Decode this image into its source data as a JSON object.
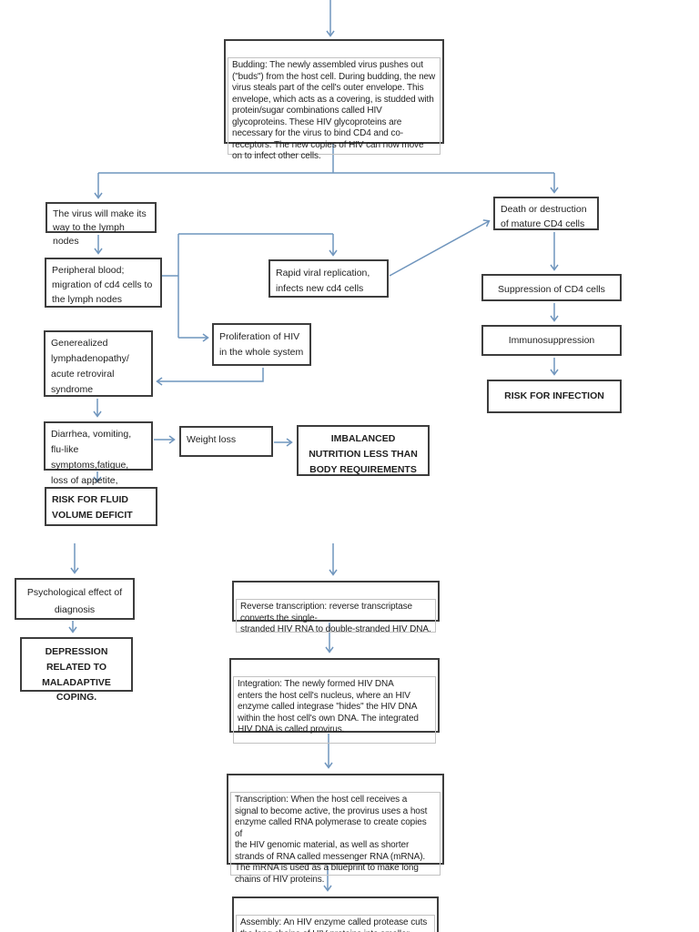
{
  "diagram": {
    "subject": "HIV replication and pathophysiology flowchart",
    "colors": {
      "arrow": "#6f95bd",
      "border": "#3d3d3d",
      "text": "#1f1f1f",
      "background": "#ffffff"
    }
  },
  "nodes": {
    "budding": {
      "text": "Budding: The newly assembled virus pushes out\n(\"buds\") from the host cell. During budding, the new\nvirus steals part of the cell's outer envelope. This\nenvelope, which acts as a covering, is studded with\nprotein/sugar combinations called HIV\nglycoproteins. These HIV glycoproteins are\nnecessary for the virus to bind CD4 and co-\nreceptors. The new copies of HIV can now move\non to infect other cells."
    },
    "virus_lymph": {
      "text": "The virus will make its way to the lymph nodes"
    },
    "death_cd4": {
      "text": "Death or destruction of mature CD4 cells"
    },
    "peripheral_blood": {
      "text": "Peripheral blood; migration of cd4 cells to the lymph nodes"
    },
    "rapid_replication": {
      "text": "Rapid viral replication, infects new cd4 cells"
    },
    "suppression": {
      "text": "Suppression of CD4 cells"
    },
    "proliferation": {
      "text": "Proliferation of HIV in the whole system"
    },
    "immunosuppression": {
      "text": "Immunosuppression"
    },
    "lymphadenopathy": {
      "text": "Generealized lymphadenopathy/ acute retroviral syndrome"
    },
    "risk_infection": {
      "text": "RISK FOR INFECTION"
    },
    "diarrhea": {
      "text": "Diarrhea, vomiting, flu-like symptoms,fatigue, loss of appetite,"
    },
    "weight_loss": {
      "text": "Weight loss"
    },
    "imbalanced_nutrition": {
      "text": "IMBALANCED NUTRITION LESS THAN BODY REQUIREMENTS"
    },
    "risk_fluid": {
      "text": "RISK FOR FLUID VOLUME DEFICIT"
    },
    "psych_effect": {
      "text": "Psychological effect of diagnosis"
    },
    "depression": {
      "text": "DEPRESSION RELATED TO MALADAPTIVE COPING."
    },
    "reverse_transcription": {
      "text": "Reverse transcription:  reverse transcriptase\nconverts the single-\nstranded HIV RNA to double-stranded HIV DNA."
    },
    "integration": {
      "text": "Integration: The newly formed HIV DNA\nenters the host cell's nucleus, where an HIV\nenzyme called integrase \"hides\" the HIV DNA\nwithin the host cell's own DNA. The integrated\nHIV DNA is called provirus."
    },
    "transcription": {
      "text": "Transcription: When the host cell receives a\nsignal to become active, the provirus uses a host\nenzyme called RNA polymerase to create copies of\nthe HIV genomic material, as well as shorter\nstrands of RNA called messenger RNA (mRNA).\nThe mRNA is used as a blueprint to make long\nchains of HIV proteins."
    },
    "assembly": {
      "text": "Assembly: An HIV enzyme called protease cuts\nthe long chains of HIV proteins into smaller\nindividual proteins. As the smaller HIV proteins\ncome together with copies of HIV's RNA genetic"
    }
  }
}
